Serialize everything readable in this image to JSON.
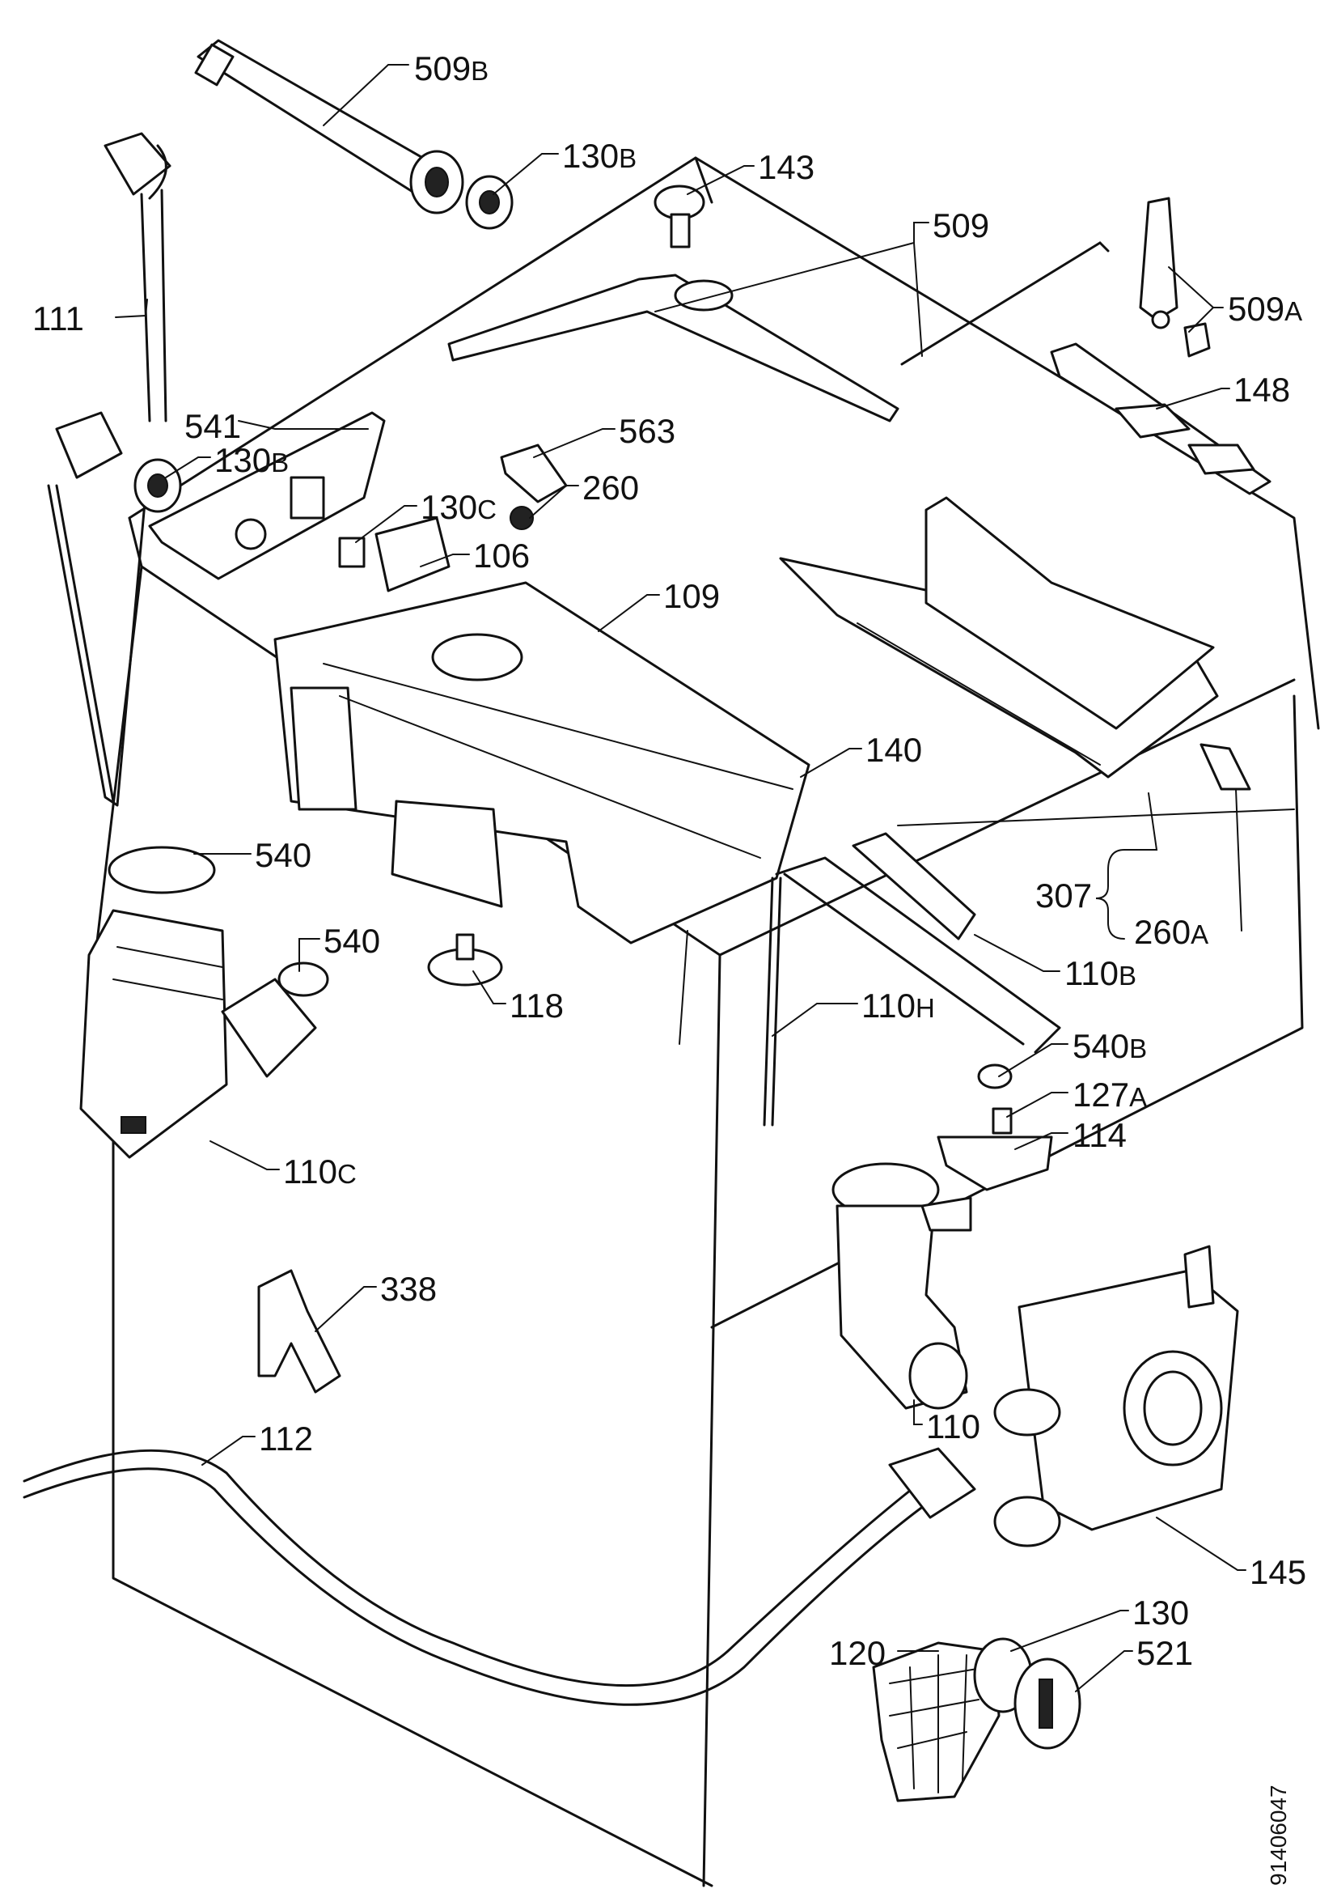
{
  "labels": [
    {
      "id": "p509b",
      "num": "509",
      "sfx": "B"
    },
    {
      "id": "p130b_top",
      "num": "130",
      "sfx": "B"
    },
    {
      "id": "p143",
      "num": "143",
      "sfx": ""
    },
    {
      "id": "p509",
      "num": "509",
      "sfx": ""
    },
    {
      "id": "p111",
      "num": "111",
      "sfx": ""
    },
    {
      "id": "p509a",
      "num": "509",
      "sfx": "A"
    },
    {
      "id": "p148",
      "num": "148",
      "sfx": ""
    },
    {
      "id": "p541",
      "num": "541",
      "sfx": ""
    },
    {
      "id": "p130b_mid",
      "num": "130",
      "sfx": "B"
    },
    {
      "id": "p563",
      "num": "563",
      "sfx": ""
    },
    {
      "id": "p260",
      "num": "260",
      "sfx": ""
    },
    {
      "id": "p130c",
      "num": "130",
      "sfx": "C"
    },
    {
      "id": "p106",
      "num": "106",
      "sfx": ""
    },
    {
      "id": "p109",
      "num": "109",
      "sfx": ""
    },
    {
      "id": "p140",
      "num": "140",
      "sfx": ""
    },
    {
      "id": "p540_a",
      "num": "540",
      "sfx": ""
    },
    {
      "id": "p307",
      "num": "307",
      "sfx": ""
    },
    {
      "id": "p540_b",
      "num": "540",
      "sfx": ""
    },
    {
      "id": "p260a",
      "num": "260",
      "sfx": "A"
    },
    {
      "id": "p110b",
      "num": "110",
      "sfx": "B"
    },
    {
      "id": "p118",
      "num": "118",
      "sfx": ""
    },
    {
      "id": "p110h",
      "num": "110",
      "sfx": "H"
    },
    {
      "id": "p540b",
      "num": "540",
      "sfx": "B"
    },
    {
      "id": "p127a",
      "num": "127",
      "sfx": "A"
    },
    {
      "id": "p114",
      "num": "114",
      "sfx": ""
    },
    {
      "id": "p110c",
      "num": "110",
      "sfx": "C"
    },
    {
      "id": "p338",
      "num": "338",
      "sfx": ""
    },
    {
      "id": "p112",
      "num": "112",
      "sfx": ""
    },
    {
      "id": "p110",
      "num": "110",
      "sfx": ""
    },
    {
      "id": "p145",
      "num": "145",
      "sfx": ""
    },
    {
      "id": "p130",
      "num": "130",
      "sfx": ""
    },
    {
      "id": "p120",
      "num": "120",
      "sfx": ""
    },
    {
      "id": "p521",
      "num": "521",
      "sfx": ""
    }
  ],
  "document_id": "91406047"
}
